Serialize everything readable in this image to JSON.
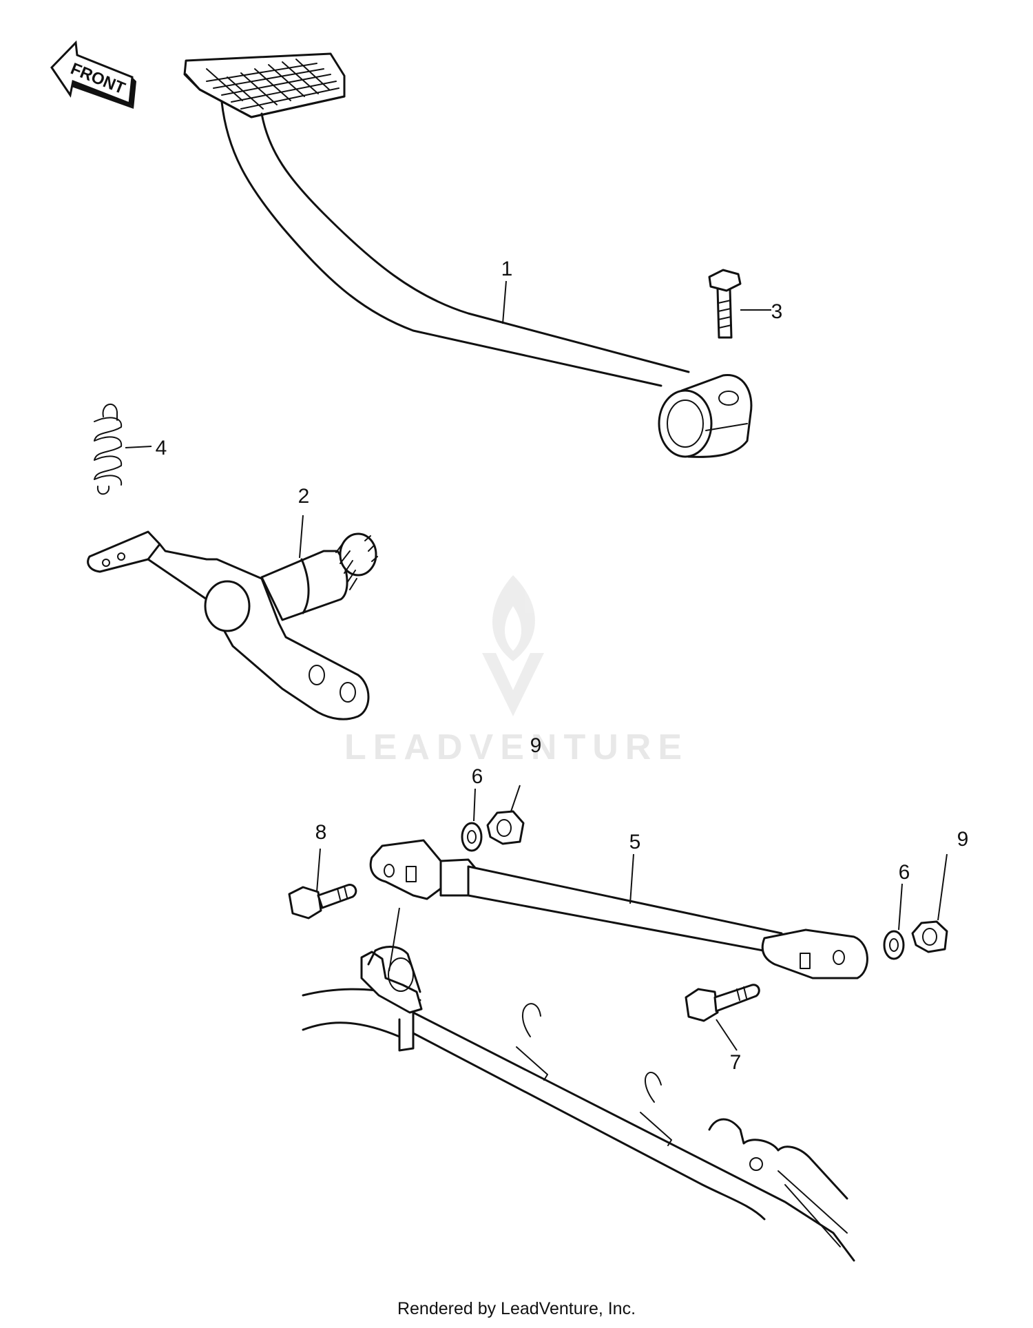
{
  "diagram": {
    "front_arrow_label": "FRONT",
    "callouts": [
      "1",
      "2",
      "3",
      "4",
      "5",
      "6",
      "6",
      "7",
      "8",
      "9",
      "9"
    ]
  },
  "watermark": {
    "text": "LEADVENTURE"
  },
  "footer": {
    "credit": "Rendered by LeadVenture, Inc."
  }
}
